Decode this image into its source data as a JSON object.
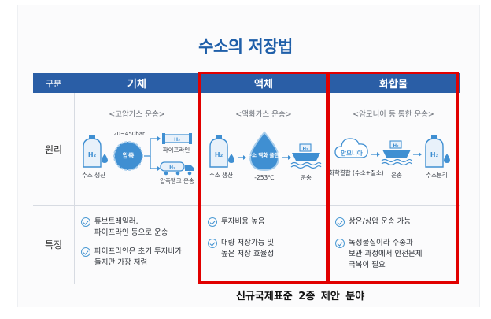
{
  "title": "수소의 저장법",
  "headers": {
    "category": "구분",
    "gas": "기체",
    "liquid": "액체",
    "compound": "화합물"
  },
  "rows": {
    "principle": "원리",
    "features": "특징"
  },
  "gas": {
    "subtitle": "<고압가스 운송>",
    "pressure": "20~450bar",
    "compress": "압축",
    "h2": "H₂",
    "pipeline": "파이프라인",
    "production": "수소 생산",
    "tube_trailer": "압축탱크 운송",
    "features": [
      "튜브트레일러,\n파이프라인 등으로 운송",
      "파이프라인은 초기 투자비가\n들지만 가장 저렴"
    ]
  },
  "liquid": {
    "subtitle": "<액화가스 운송>",
    "plant": "수소 액화\n플랜트",
    "production": "수소 생산",
    "temperature": "-253℃",
    "transport": "운송",
    "features": [
      "투자비용 높음",
      "대량 저장가능 및\n높은 저장 효율성"
    ]
  },
  "compound": {
    "subtitle": "<암모니아 등 통한 운송>",
    "ammonia": "암모니아",
    "bond": "화학결합\n(수소+질소)",
    "transport": "운송",
    "separation": "수소분리",
    "features": [
      "상온/상압 운송 가능",
      "독성물질이라 수송과\n보관 과정에서 안전문제\n극복이 필요"
    ]
  },
  "footnote": "신규국제표준 2종 제안 분야",
  "colors": {
    "header_bg": "#2a5ea6",
    "title": "#1f5fa9",
    "highlight": "#e10000",
    "icon_blue": "#3f8fd2"
  }
}
